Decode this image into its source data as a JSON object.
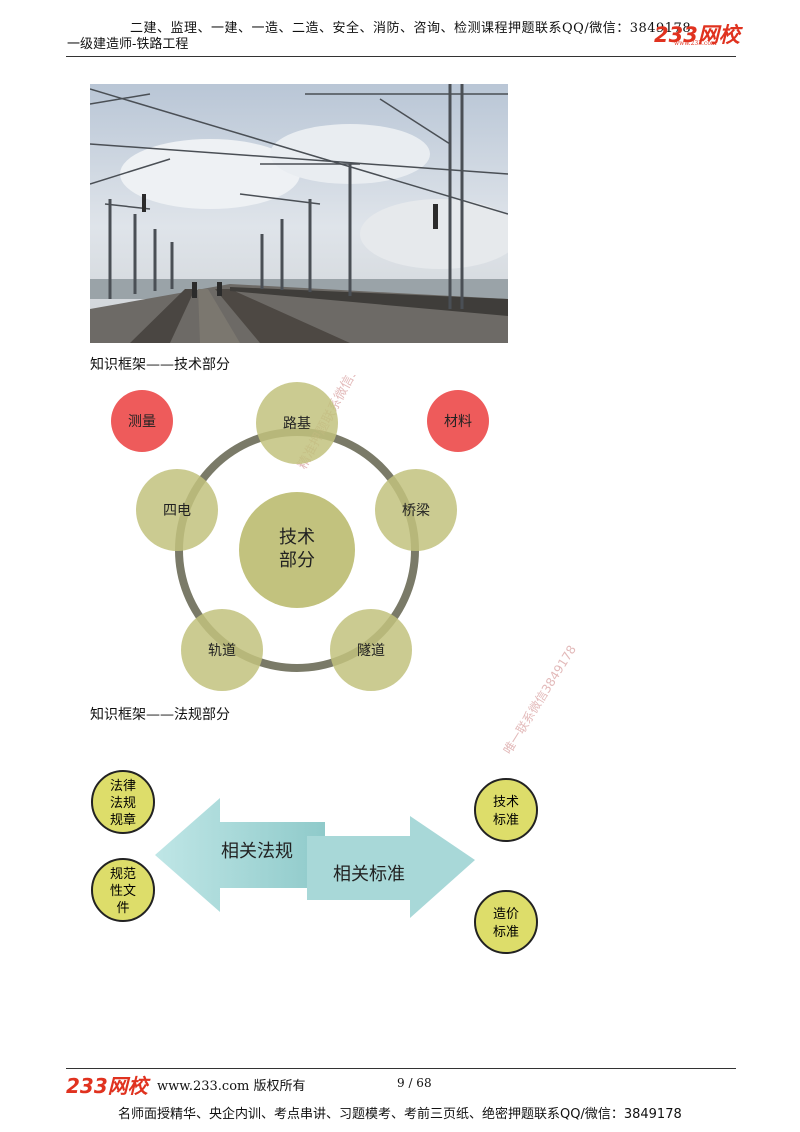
{
  "header": {
    "promo": "二建、监理、一建、一造、二造、安全、消防、咨询、检测课程押题联系QQ/微信：3849178",
    "subtitle": "一级建造师-铁路工程",
    "logo_text": "233网校",
    "logo_sub": "www.233.com"
  },
  "captions": {
    "tech": "知识框架——技术部分",
    "law": "知识框架——法规部分"
  },
  "tech_diagram": {
    "center": [
      "技术",
      "部分"
    ],
    "nodes": [
      "路基",
      "桥梁",
      "隧道",
      "轨道",
      "四电"
    ],
    "side_left": "测量",
    "side_right": "材料",
    "watermark1": "精准押题联系微信3849178",
    "watermark2": "唯一联系微信3849178"
  },
  "law_diagram": {
    "left_circles": [
      [
        "法律",
        "法规",
        "规章"
      ],
      [
        "规范",
        "性文",
        "件"
      ]
    ],
    "right_circles": [
      [
        "技术",
        "标准"
      ],
      [
        "造价",
        "标准"
      ]
    ],
    "arrow_left": "相关法规",
    "arrow_right": "相关标准"
  },
  "footer": {
    "logo_text": "233网校",
    "site": "www.233.com 版权所有",
    "page": "9 / 68",
    "promo": "名师面授精华、央企内训、考点串讲、习题模考、考前三页纸、绝密押题联系QQ/微信：3849178"
  },
  "colors": {
    "brand_red": "#e0321f",
    "node_fill": "#c2c27e",
    "ring": "#7a7a68",
    "side_node": "#ee5b5b",
    "arrow": "#9fd6d6",
    "legal_circle": "#dddd6a"
  }
}
